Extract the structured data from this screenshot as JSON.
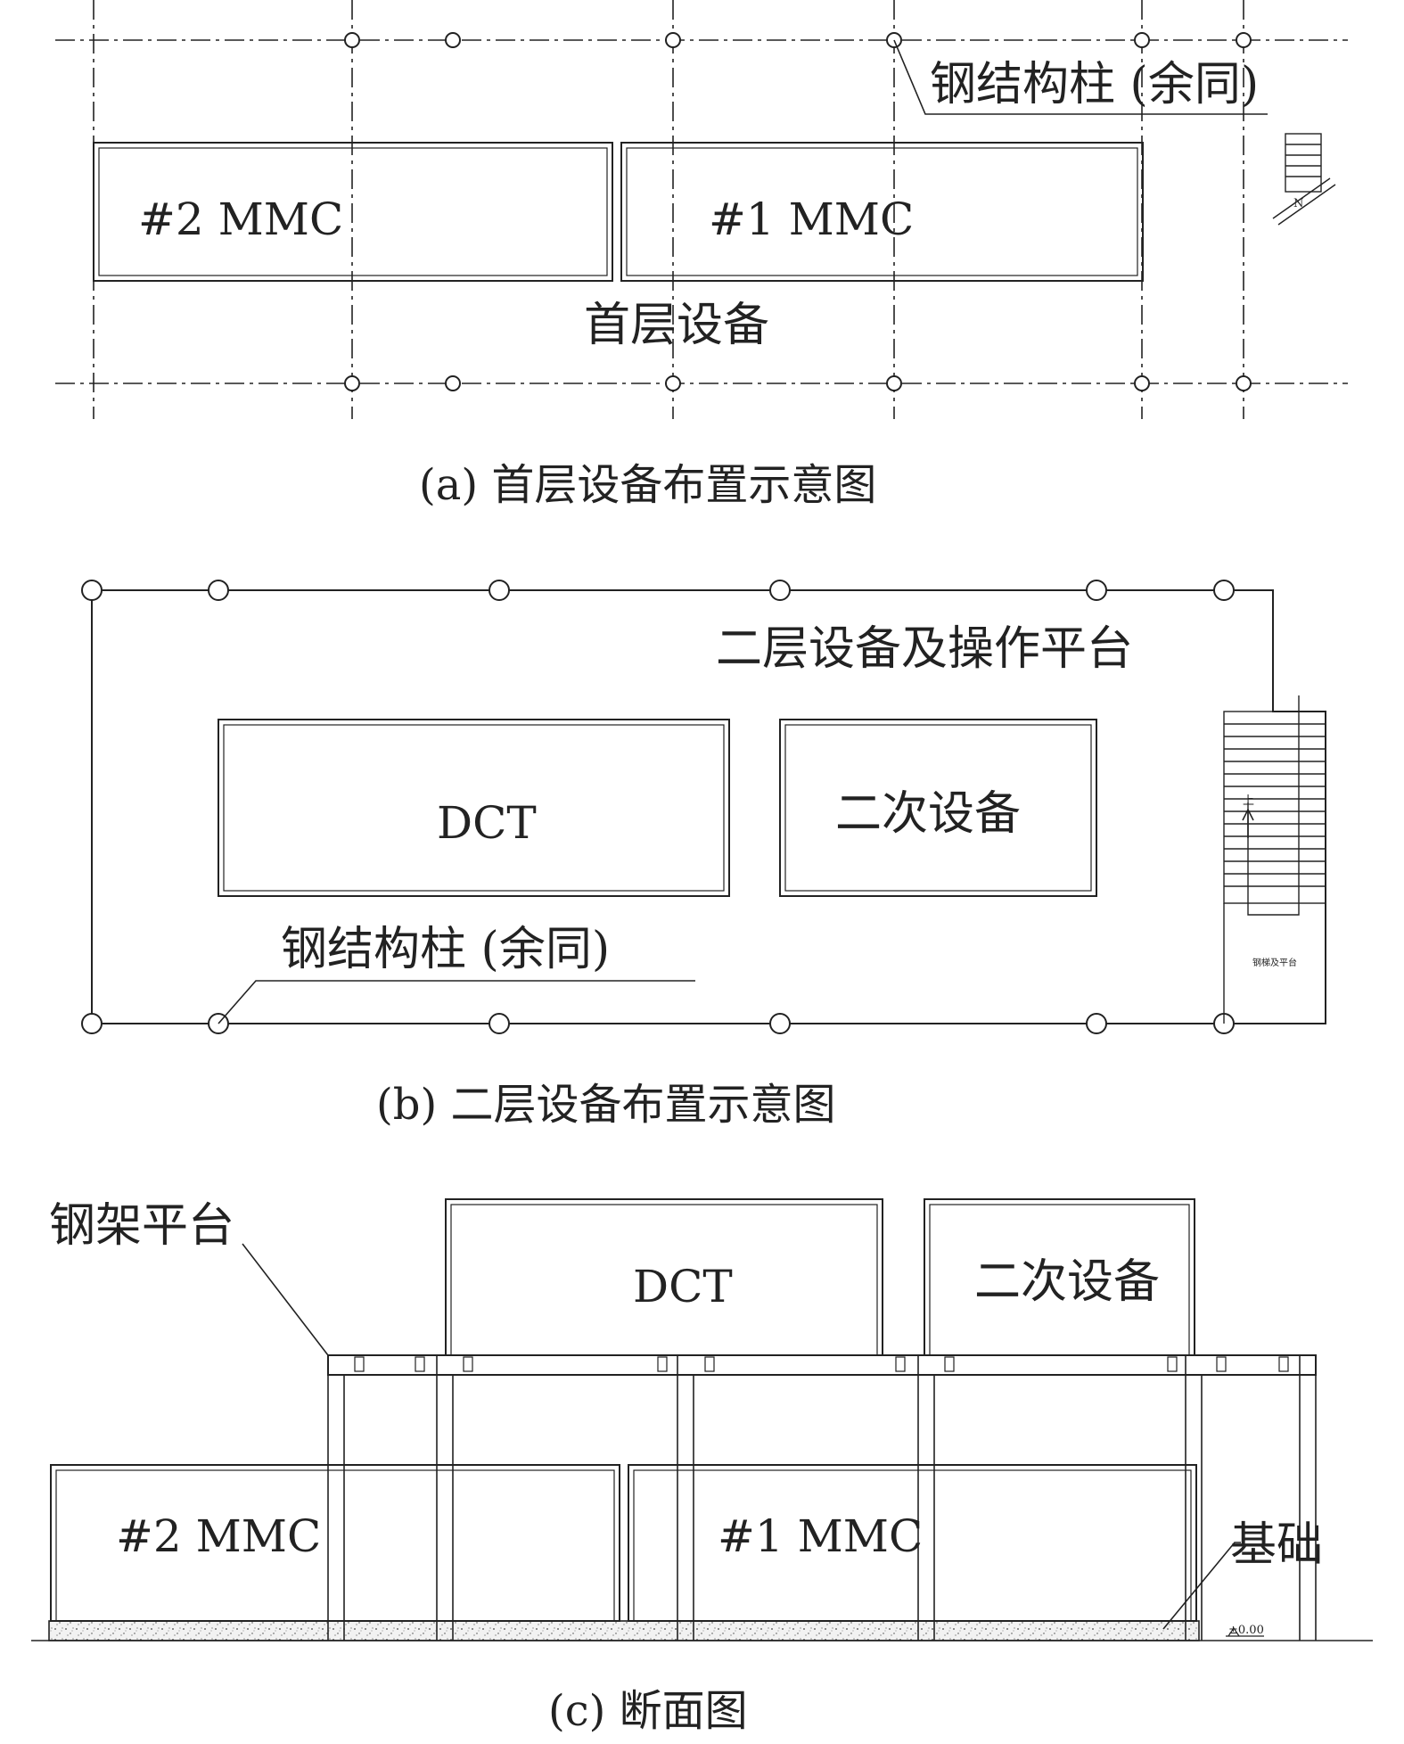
{
  "panel_a": {
    "caption": "(a) 首层设备布置示意图",
    "equipment": [
      "#2 MMC",
      "#1 MMC"
    ],
    "floor_label": "首层设备",
    "column_callout": "钢结构柱 (余同)",
    "north_mark": "N"
  },
  "panel_b": {
    "caption": "(b) 二层设备布置示意图",
    "platform_label": "二层设备及操作平台",
    "equipment": [
      "DCT",
      "二次设备"
    ],
    "column_callout": "钢结构柱 (余同)",
    "stair_up": "上",
    "stair_note": "钢梯及平台"
  },
  "panel_c": {
    "caption": "(c) 断面图",
    "platform_callout": "钢架平台",
    "upper_equipment": [
      "DCT",
      "二次设备"
    ],
    "lower_equipment": [
      "#2 MMC",
      "#1 MMC"
    ],
    "foundation_callout": "基础",
    "elevation": "±0.00"
  },
  "colors": {
    "line": "#222222",
    "background": "#ffffff"
  }
}
